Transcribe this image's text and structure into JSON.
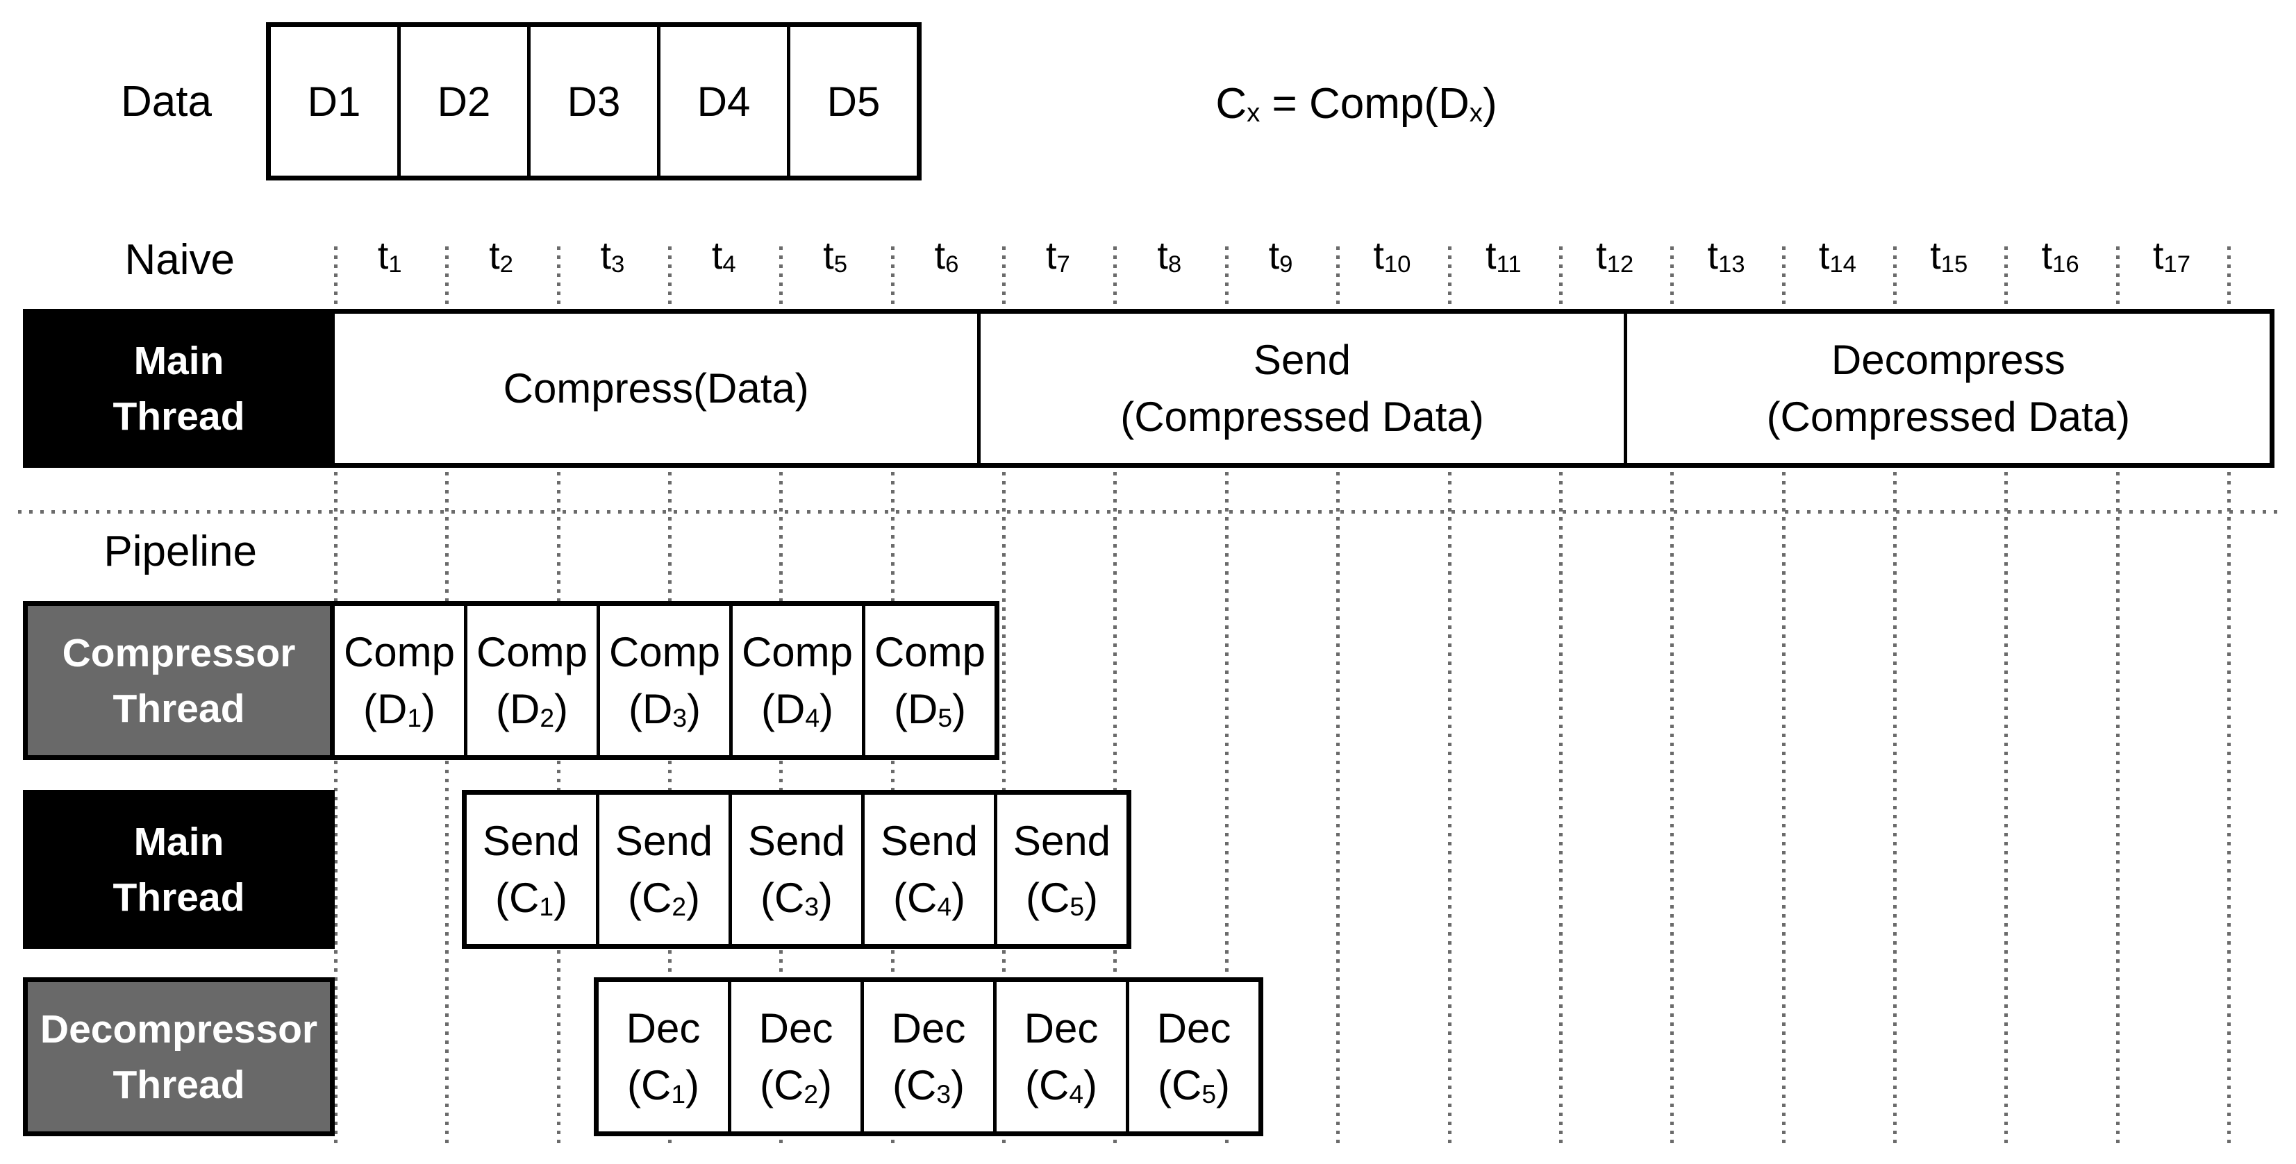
{
  "colors": {
    "ink": "#000000",
    "thread_gray": "#696969",
    "grid_dot": "#6b6b6b",
    "background": "#ffffff"
  },
  "data_row": {
    "label": "Data",
    "blocks": [
      "D1",
      "D2",
      "D3",
      "D4",
      "D5"
    ]
  },
  "formula": {
    "lhs_base": "C",
    "lhs_sub": "x",
    "equals": " = ",
    "rhs_fn": "Comp(D",
    "rhs_sub": "x",
    "rhs_close": ")"
  },
  "timeline": {
    "symbol": "t",
    "ticks": [
      "1",
      "2",
      "3",
      "4",
      "5",
      "6",
      "7",
      "8",
      "9",
      "10",
      "11",
      "12",
      "13",
      "14",
      "15",
      "16",
      "17"
    ]
  },
  "naive": {
    "section_label": "Naive",
    "thread_label": {
      "line1": "Main",
      "line2": "Thread"
    },
    "segments": [
      {
        "line1": "Compress(Data)",
        "line2": ""
      },
      {
        "line1": "Send",
        "line2": "(Compressed Data)"
      },
      {
        "line1": "Decompress",
        "line2": "(Compressed Data)"
      }
    ]
  },
  "pipeline": {
    "section_label": "Pipeline",
    "compressor_row": {
      "thread_label": {
        "line1": "Compressor",
        "line2": "Thread"
      },
      "start_tick": 1,
      "boxes": [
        {
          "fn": "Comp",
          "pre": "(D",
          "sub": "1",
          "post": ")"
        },
        {
          "fn": "Comp",
          "pre": "(D",
          "sub": "2",
          "post": ")"
        },
        {
          "fn": "Comp",
          "pre": "(D",
          "sub": "3",
          "post": ")"
        },
        {
          "fn": "Comp",
          "pre": "(D",
          "sub": "4",
          "post": ")"
        },
        {
          "fn": "Comp",
          "pre": "(D",
          "sub": "5",
          "post": ")"
        }
      ]
    },
    "main_row": {
      "thread_label": {
        "line1": "Main",
        "line2": "Thread"
      },
      "start_tick": 2,
      "boxes": [
        {
          "fn": "Send",
          "pre": "(C",
          "sub": "1",
          "post": ")"
        },
        {
          "fn": "Send",
          "pre": "(C",
          "sub": "2",
          "post": ")"
        },
        {
          "fn": "Send",
          "pre": "(C",
          "sub": "3",
          "post": ")"
        },
        {
          "fn": "Send",
          "pre": "(C",
          "sub": "4",
          "post": ")"
        },
        {
          "fn": "Send",
          "pre": "(C",
          "sub": "5",
          "post": ")"
        }
      ]
    },
    "decompressor_row": {
      "thread_label": {
        "line1": "Decompressor",
        "line2": "Thread"
      },
      "start_tick": 3,
      "boxes": [
        {
          "fn": "Dec",
          "pre": "(C",
          "sub": "1",
          "post": ")"
        },
        {
          "fn": "Dec",
          "pre": "(C",
          "sub": "2",
          "post": ")"
        },
        {
          "fn": "Dec",
          "pre": "(C",
          "sub": "3",
          "post": ")"
        },
        {
          "fn": "Dec",
          "pre": "(C",
          "sub": "4",
          "post": ")"
        },
        {
          "fn": "Dec",
          "pre": "(C",
          "sub": "5",
          "post": ")"
        }
      ]
    }
  }
}
